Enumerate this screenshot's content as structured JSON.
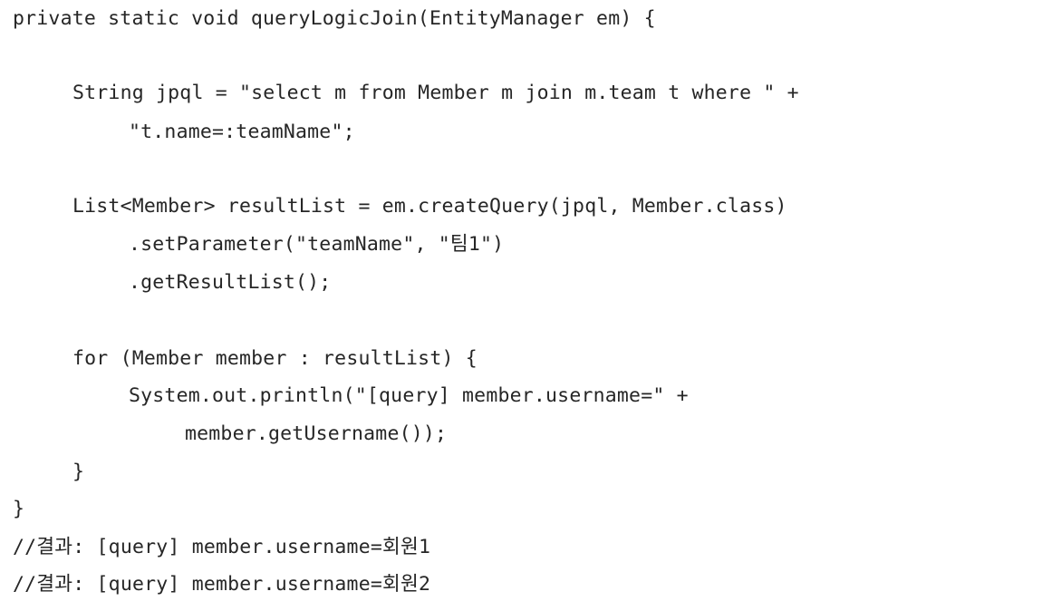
{
  "code": {
    "lines": [
      "private static void queryLogicJoin(EntityManager em) {",
      "String jpql = \"select m from Member m join m.team t where \" +",
      "\"t.name=:teamName\";",
      "List<Member> resultList = em.createQuery(jpql, Member.class)",
      ".setParameter(\"teamName\", \"팀1\")",
      ".getResultList();",
      "for (Member member : resultList) {",
      "System.out.println(\"[query] member.username=\" +",
      "member.getUsername());",
      "}",
      "}",
      "//결과: [query] member.username=회원1",
      "//결과: [query] member.username=회원2"
    ]
  }
}
